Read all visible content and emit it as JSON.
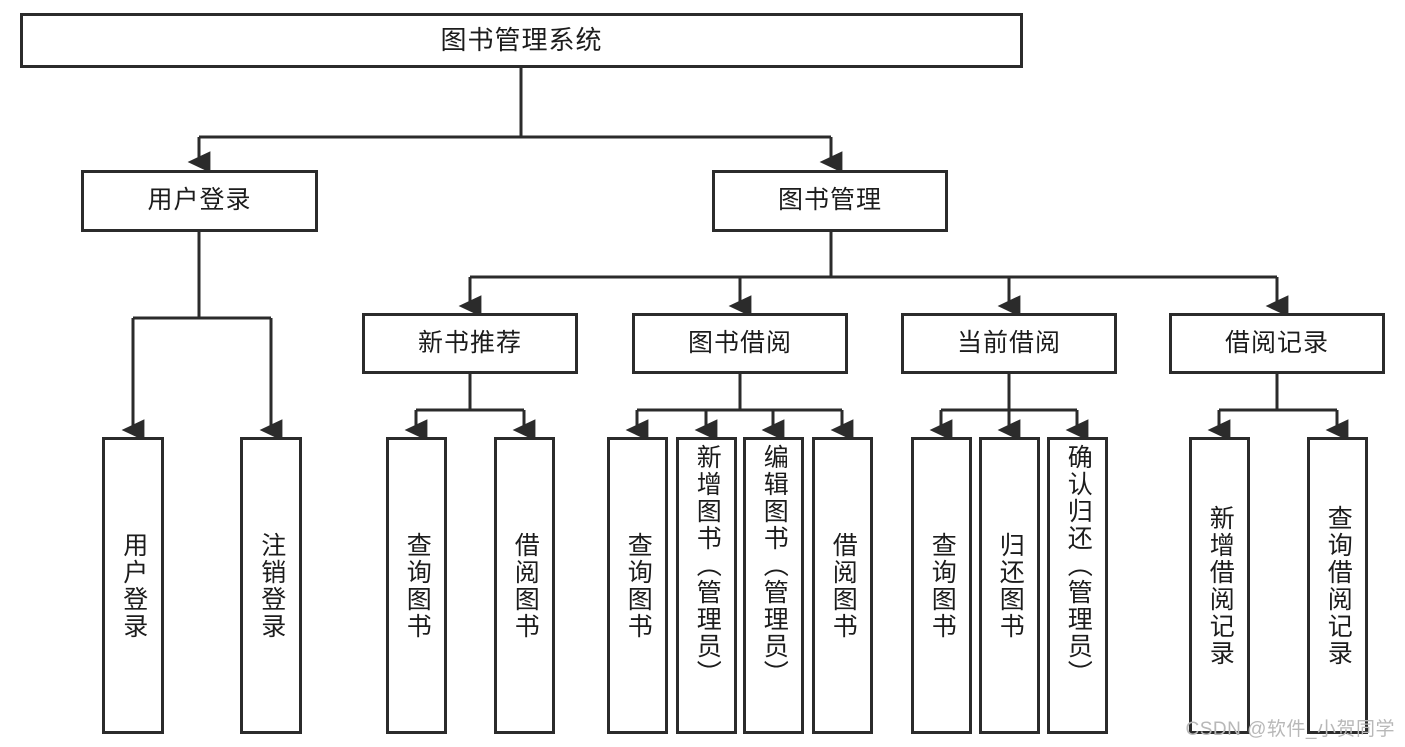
{
  "diagram": {
    "title": "图书管理系统",
    "type": "tree-hierarchy-diagram",
    "colors": {
      "stroke": "#2b2b2b",
      "fill": "#ffffff",
      "text": "#1c1c1c",
      "watermark": "#b8b8b8"
    },
    "root": {
      "label": "图书管理系统"
    },
    "level2": [
      {
        "label": "用户登录"
      },
      {
        "label": "图书管理"
      }
    ],
    "level3": [
      {
        "label": "新书推荐"
      },
      {
        "label": "图书借阅"
      },
      {
        "label": "当前借阅"
      },
      {
        "label": "借阅记录"
      }
    ],
    "leaves": {
      "user_login": [
        {
          "label": "用户登录"
        },
        {
          "label": "注销登录"
        }
      ],
      "new_book_recommend": [
        {
          "label": "查询图书"
        },
        {
          "label": "借阅图书"
        }
      ],
      "book_borrow": [
        {
          "label": "查询图书"
        },
        {
          "label": "新增图书（管理员）"
        },
        {
          "label": "编辑图书（管理员）"
        },
        {
          "label": "借阅图书"
        }
      ],
      "current_borrow": [
        {
          "label": "查询图书"
        },
        {
          "label": "归还图书"
        },
        {
          "label": "确认归还（管理员）"
        }
      ],
      "borrow_record": [
        {
          "label": "新增借阅记录"
        },
        {
          "label": "查询借阅记录"
        }
      ]
    }
  },
  "watermark": {
    "text": "CSDN @软件_小贺同学"
  }
}
